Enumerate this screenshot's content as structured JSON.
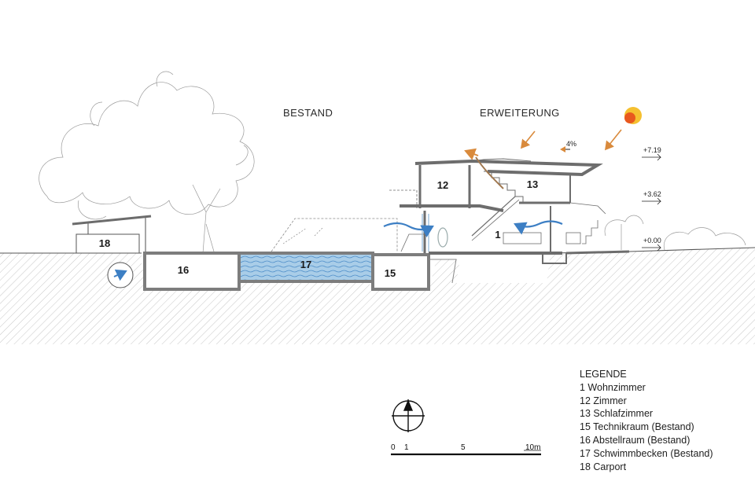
{
  "labels": {
    "bestand": "BESTAND",
    "erweiterung": "ERWEITERUNG",
    "slope": "4%"
  },
  "levels": [
    "+7.19",
    "+3.62",
    "+0.00"
  ],
  "rooms": {
    "r1": "1",
    "r12": "12",
    "r13": "13",
    "r15": "15",
    "r16": "16",
    "r17": "17",
    "r18": "18"
  },
  "scale": {
    "t0": "0",
    "t1": "1",
    "t5": "5",
    "t10": "10m"
  },
  "legend": {
    "title": "LEGENDE",
    "items": [
      "1   Wohnzimmer",
      "12 Zimmer",
      "13 Schlafzimmer",
      "15 Technikraum (Bestand)",
      "16 Abstellraum (Bestand)",
      "17 Schwimmbecken (Bestand)",
      "18 Carport"
    ]
  },
  "colors": {
    "sun": "#f0a020",
    "sun_arrow": "#d98a3c",
    "air_flow": "#3d7fc4",
    "water": "#a9cde8",
    "wall": "#7d7d7d"
  },
  "icons": [
    "sun-icon",
    "north-compass-icon",
    "air-flow-icon",
    "sun-ray-arrow-icon",
    "tree-icon"
  ]
}
